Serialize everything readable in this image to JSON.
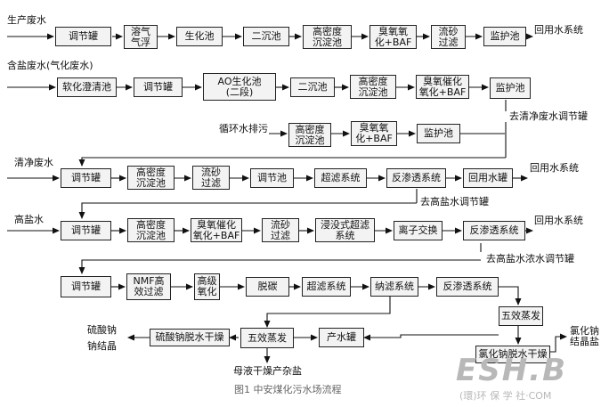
{
  "diagram": {
    "caption": "图1 中安煤化污水场流程",
    "row1": {
      "source": "生产废水",
      "steps": [
        "调节罐",
        "溶气\n气浮",
        "生化池",
        "二沉池",
        "高密度\n沉淀池",
        "臭氧氧\n化+BAF",
        "流砂\n过滤",
        "监护池"
      ],
      "output": "回用水系统"
    },
    "row2": {
      "source": "含盐废水(气化废水)",
      "steps": [
        "软化澄清池",
        "调节罐",
        "AO生化池\n(二段)",
        "二沉池",
        "高密度\n沉淀池",
        "臭氧催化\n氧化+BAF",
        "监护池"
      ],
      "output": "去清净废水调节罐"
    },
    "row3": {
      "source": "循环水排污",
      "steps": [
        "高密度\n沉淀池",
        "臭氧氧\n化+BAF",
        "监护池"
      ]
    },
    "row4": {
      "source": "清净废水",
      "steps": [
        "调节罐",
        "高密度\n沉淀池",
        "流砂\n过滤",
        "调节池",
        "超滤系统",
        "反渗透系统",
        "回用水罐"
      ],
      "output": "回用水系统",
      "output2": "去高盐水调节罐"
    },
    "row5": {
      "source": "高盐水",
      "steps": [
        "调节罐",
        "高密度\n沉淀池",
        "臭氧催化\n氧化+BAF",
        "流砂\n过滤",
        "浸没式超滤\n系统",
        "离子交换",
        "反渗透系统"
      ],
      "output": "回用水系统",
      "output2": "去高盐水浓水调节罐"
    },
    "row6": {
      "steps": [
        "调节罐",
        "NMF高\n效过滤",
        "高级\n氧化",
        "脱碳",
        "超滤系统",
        "纳滤系统",
        "反渗透系统"
      ]
    },
    "bottom": {
      "five_effect_right": "五效蒸发",
      "nacl_dryer": "氯化钠脱水干燥",
      "nacl_output": "氯化钠\n结晶盐",
      "product_tank": "产水罐",
      "five_effect_left": "五效蒸发",
      "na2so4_dryer": "硫酸钠脱水干燥",
      "na2so4_output": "硫酸钠\n钠结晶",
      "mother_liquor": "母液干燥产杂盐"
    },
    "watermark": {
      "logo": "ESH.B",
      "text": "(環)环 保 学 社·COM"
    }
  }
}
